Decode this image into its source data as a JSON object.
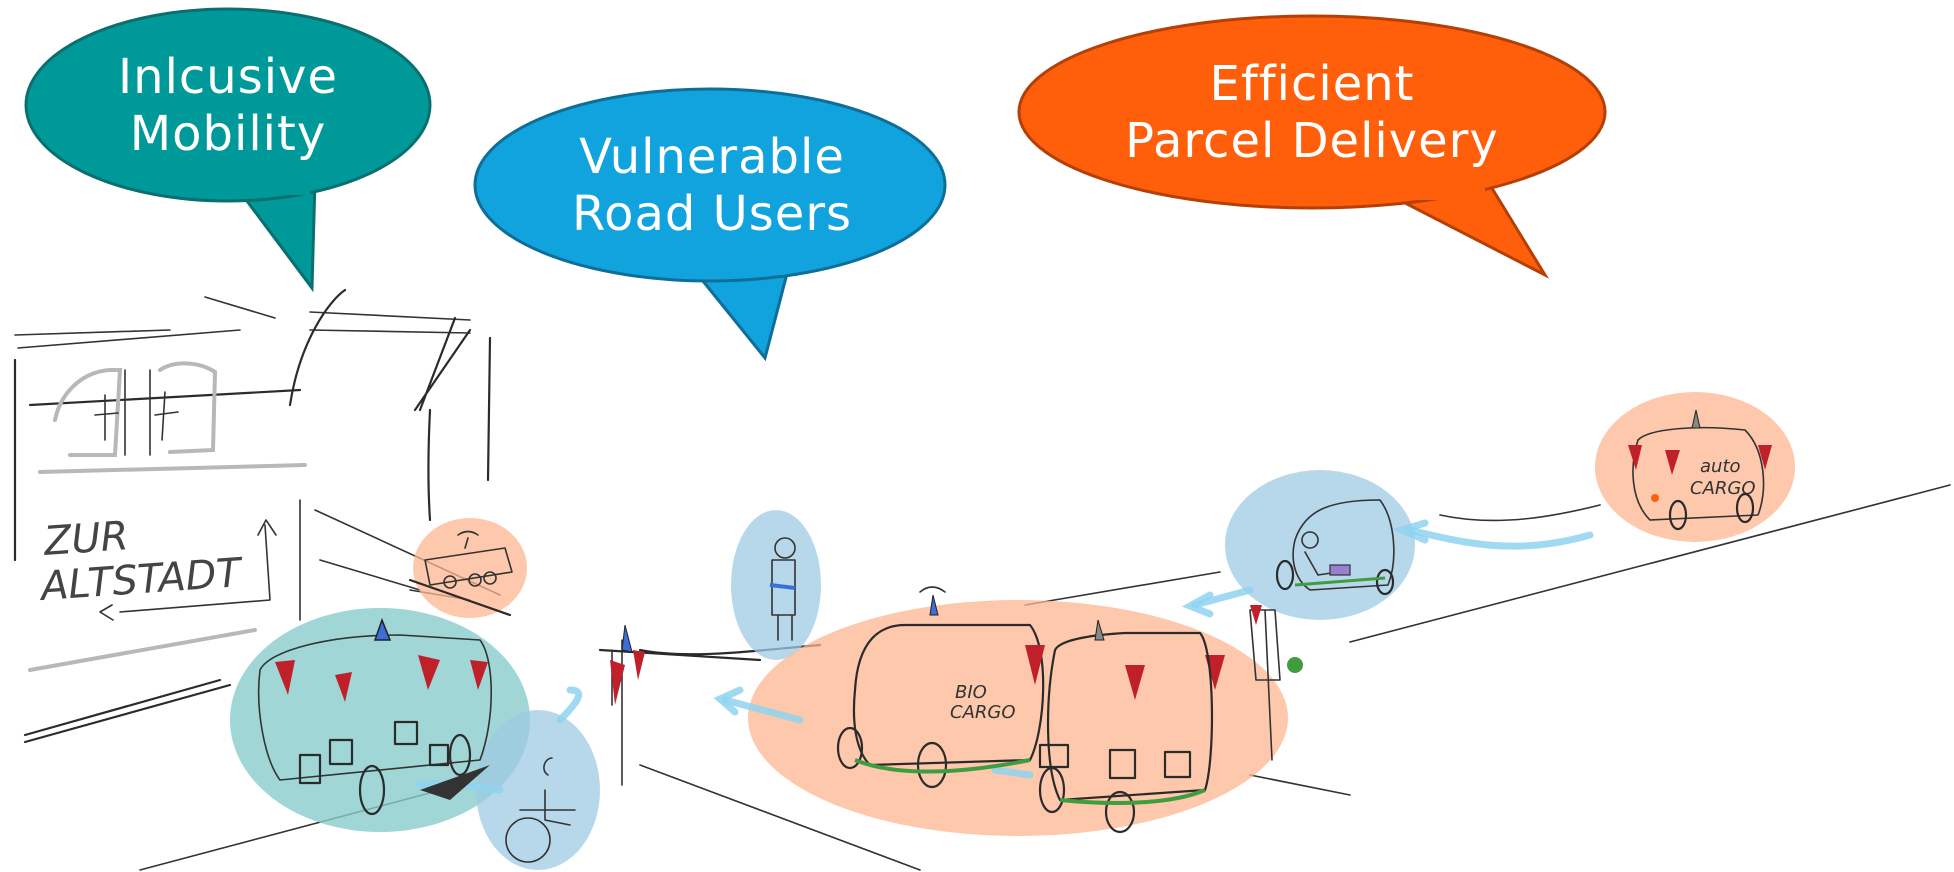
{
  "bubbles": {
    "inclusive": {
      "line1": "Inlcusive",
      "line2": "Mobility",
      "color": "#009999"
    },
    "vulnerable": {
      "line1": "Vulnerable",
      "line2": "Road Users",
      "color": "#11a3dd"
    },
    "parcel": {
      "line1": "Efficient",
      "line2": "Parcel Delivery",
      "color": "#ff5f0a"
    }
  },
  "sign": {
    "line1": "ZUR",
    "line2": "ALTSTADT"
  },
  "vehicles": {
    "bio_cargo": {
      "line1": "BIO",
      "line2": "CARGO"
    },
    "auto_cargo": {
      "line1": "auto",
      "line2": "CARGO"
    }
  },
  "highlights": {
    "blue": "#9fc9e3",
    "orange": "#fcb68f",
    "teal": "#88cccc"
  }
}
